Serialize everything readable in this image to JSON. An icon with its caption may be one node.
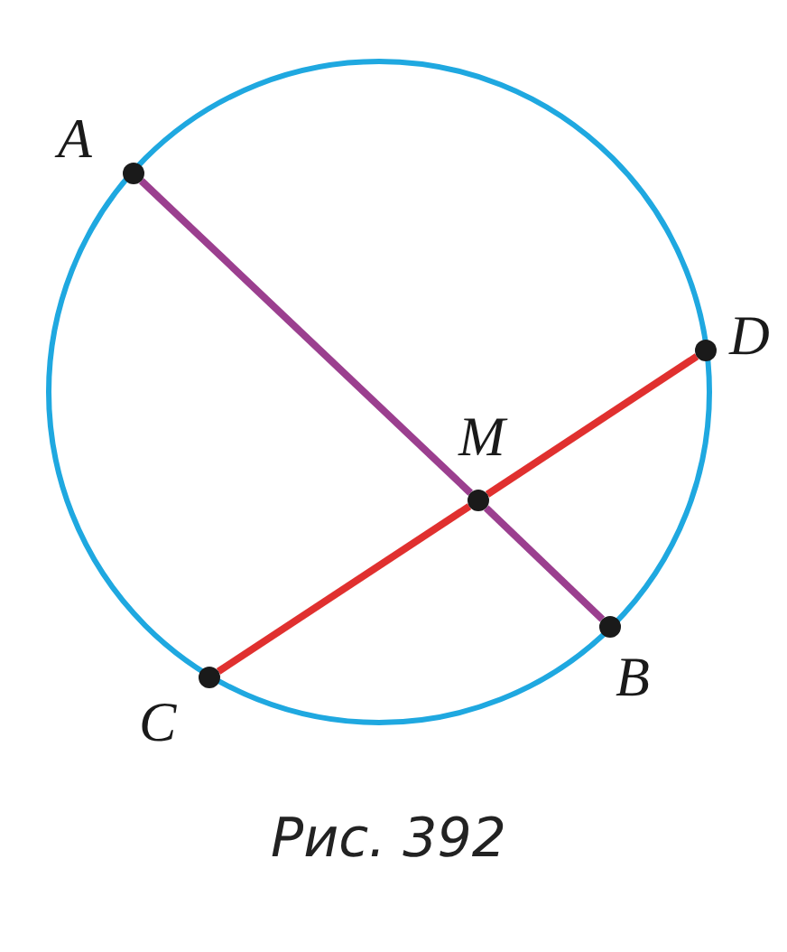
{
  "diagram": {
    "caption": "Рис. 392",
    "nodes": [
      {
        "text": [
          "A"
        ]
      },
      {
        "text": [
          "D"
        ]
      },
      {
        "text": [
          "M"
        ]
      },
      {
        "text": [
          "B"
        ]
      },
      {
        "text": [
          "C"
        ]
      }
    ],
    "edges": [
      {
        "from": 0,
        "to": 2,
        "arrow": "none",
        "color": "#9b3f8f"
      },
      {
        "from": 2,
        "to": 3,
        "arrow": "none",
        "color": "#9b3f8f"
      },
      {
        "from": 4,
        "to": 2,
        "arrow": "none",
        "color": "#e0302f"
      },
      {
        "from": 2,
        "to": 1,
        "arrow": "none",
        "color": "#e0302f"
      }
    ]
  }
}
